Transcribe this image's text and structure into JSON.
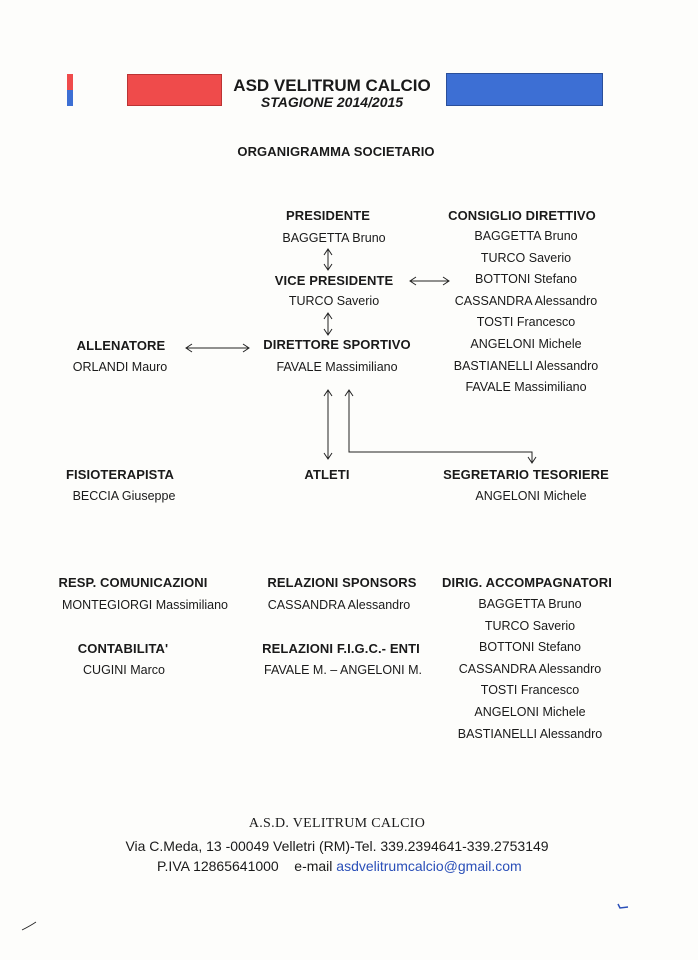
{
  "header": {
    "title": "ASD VELITRUM CALCIO",
    "season": "STAGIONE 2014/2015",
    "colors": {
      "red": "#ef4b4b",
      "blue": "#3d6fd4"
    }
  },
  "org_title": "ORGANIGRAMMA SOCIETARIO",
  "roles": {
    "presidente": {
      "title": "PRESIDENTE",
      "name": "BAGGETTA Bruno"
    },
    "vice_presidente": {
      "title": "VICE PRESIDENTE",
      "name": "TURCO Saverio"
    },
    "direttore_sportivo": {
      "title": "DIRETTORE SPORTIVO",
      "name": "FAVALE Massimiliano"
    },
    "allenatore": {
      "title": "ALLENATORE",
      "name": "ORLANDI Mauro"
    },
    "consiglio_direttivo": {
      "title": "CONSIGLIO DIRETTIVO",
      "members": [
        "BAGGETTA Bruno",
        "TURCO Saverio",
        "BOTTONI Stefano",
        "CASSANDRA Alessandro",
        "TOSTI Francesco",
        "ANGELONI Michele",
        "BASTIANELLI Alessandro",
        "FAVALE Massimiliano"
      ]
    },
    "fisioterapista": {
      "title": "FISIOTERAPISTA",
      "name": "BECCIA Giuseppe"
    },
    "atleti": {
      "title": "ATLETI"
    },
    "segretario_tesoriere": {
      "title": "SEGRETARIO TESORIERE",
      "name": "ANGELONI Michele"
    },
    "resp_comunicazioni": {
      "title": "RESP. COMUNICAZIONI",
      "name": "MONTEGIORGI Massimiliano"
    },
    "relazioni_sponsors": {
      "title": "RELAZIONI SPONSORS",
      "name": "CASSANDRA Alessandro"
    },
    "dirig_accompagnatori": {
      "title": "DIRIG. ACCOMPAGNATORI",
      "members": [
        "BAGGETTA Bruno",
        "TURCO Saverio",
        "BOTTONI Stefano",
        "CASSANDRA Alessandro",
        "TOSTI Francesco",
        "ANGELONI Michele",
        "BASTIANELLI Alessandro"
      ]
    },
    "contabilita": {
      "title": "CONTABILITA'",
      "name": "CUGINI Marco"
    },
    "relazioni_figc": {
      "title": "RELAZIONI F.I.G.C.- ENTI",
      "name": "FAVALE M. – ANGELONI M."
    }
  },
  "footer": {
    "name": "A.S.D.  VELITRUM CALCIO",
    "address": "Via C.Meda,  13  -00049  Velletri  (RM)-Tel.  339.2394641-339.2753149",
    "piva": "P.IVA 12865641000",
    "email_label": "e-mail",
    "email": "asdvelitrumcalcio@gmail.com"
  }
}
